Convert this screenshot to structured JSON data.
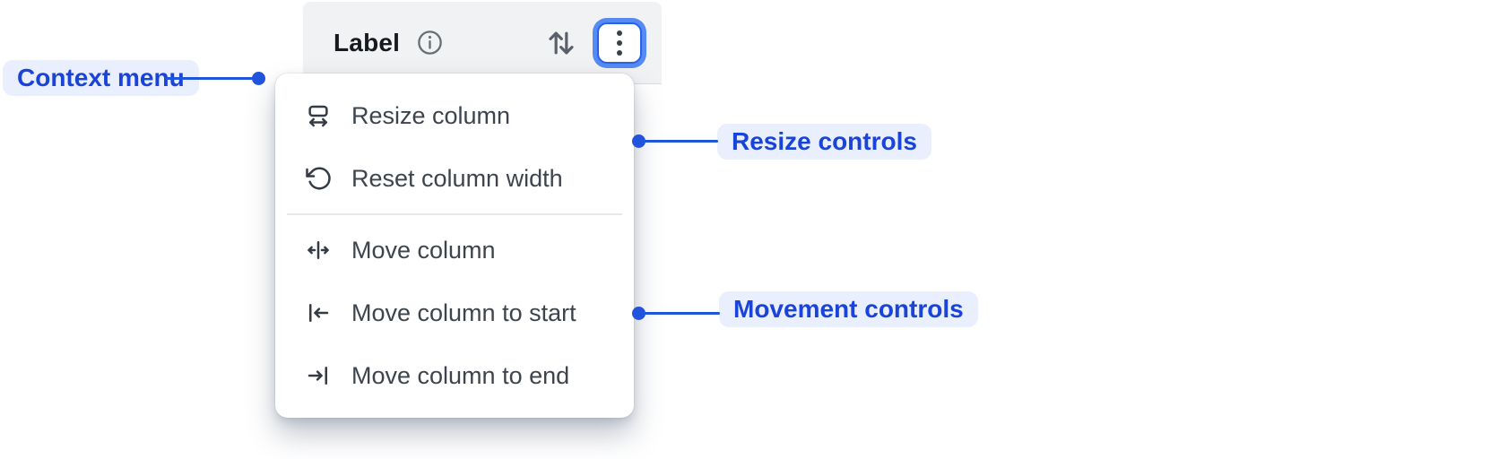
{
  "header": {
    "label": "Label",
    "icons": {
      "info": "info-icon",
      "sort": "sort-vertical-icon",
      "menu": "kebab-menu-icon"
    }
  },
  "menu": {
    "resize_group": {
      "items": [
        {
          "icon": "resize-column-icon",
          "label": "Resize column"
        },
        {
          "icon": "reset-column-width-icon",
          "label": "Reset column width"
        }
      ]
    },
    "movement_group": {
      "items": [
        {
          "icon": "move-column-icon",
          "label": "Move column"
        },
        {
          "icon": "move-column-to-start-icon",
          "label": "Move column to start"
        },
        {
          "icon": "move-column-to-end-icon",
          "label": "Move column to end"
        }
      ]
    }
  },
  "annotations": {
    "context_menu": {
      "label": "Context menu"
    },
    "resize_controls": {
      "label": "Resize controls"
    },
    "movement_controls": {
      "label": "Movement controls"
    }
  },
  "colors": {
    "accent_blue_text": "#1a43d8",
    "connector_blue": "#2154dc",
    "annotation_bg": "#e9effd",
    "focus_ring": "#578af3",
    "focus_border": "#2563eb",
    "header_bg": "#f1f2f4",
    "menu_text": "#3d444d",
    "icon_gray": "#686e77"
  }
}
